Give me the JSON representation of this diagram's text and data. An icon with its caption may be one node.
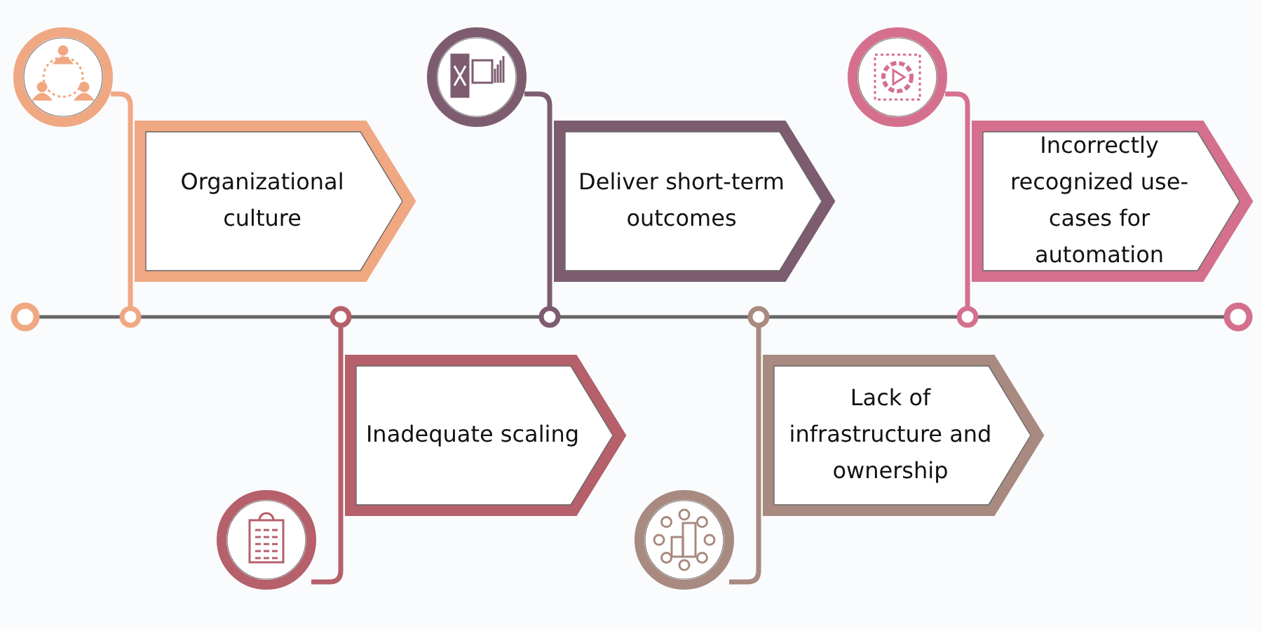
{
  "diagram": {
    "nodes": [
      {
        "text": [
          "Organizational culture"
        ]
      },
      {
        "text": [
          "Inadequate scaling"
        ]
      },
      {
        "text": [
          "Deliver short-term outcomes"
        ]
      },
      {
        "text": [
          "Lack of infrastructure and ownership"
        ]
      },
      {
        "text": [
          "Incorrectly recognized use-cases for automation"
        ]
      }
    ]
  }
}
